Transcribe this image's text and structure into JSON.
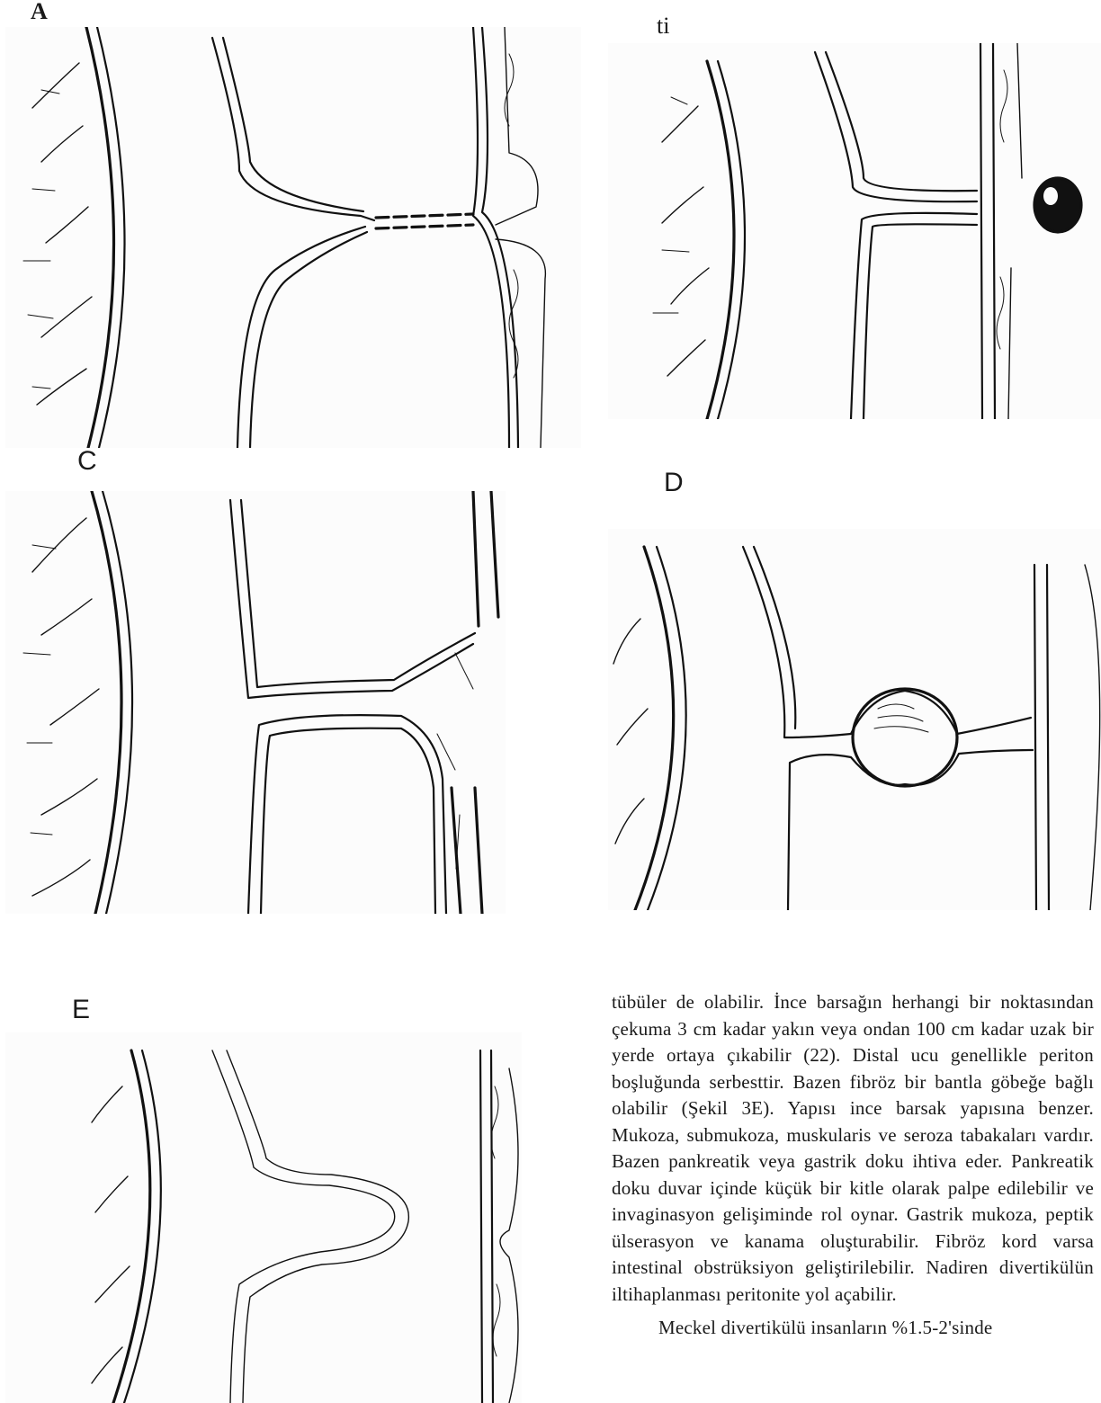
{
  "figure": {
    "labels": {
      "a": "A",
      "b": "ti",
      "c": "C",
      "d": "D",
      "e": "E"
    }
  },
  "body_text": {
    "paragraph_1": "tübüler de olabilir. İnce barsağın herhangi bir noktasından çekuma 3 cm kadar yakın veya ondan 100 cm kadar uzak bir yerde ortaya çıkabilir (22). Distal ucu genellikle periton boşluğunda serbesttir. Bazen fibröz bir bantla göbeğe bağlı olabilir (Şekil 3E). Yapısı ince barsak yapısına benzer. Mukoza, submukoza, muskularis ve seroza tabakaları vardır. Bazen pankreatik veya gastrik doku ihtiva eder. Pankreatik doku duvar içinde küçük bir kitle olarak palpe edilebilir ve invaginasyon gelişiminde rol oynar. Gastrik mukoza, peptik ülserasyon ve kanama oluşturabilir. Fibröz kord varsa intestinal obstrüksiyon geliştirilebilir. Nadiren divertikülün iltihaplanması peritonite yol açabilir.",
    "paragraph_2": "Meckel divertikülü insanların %1.5-2'sinde"
  }
}
